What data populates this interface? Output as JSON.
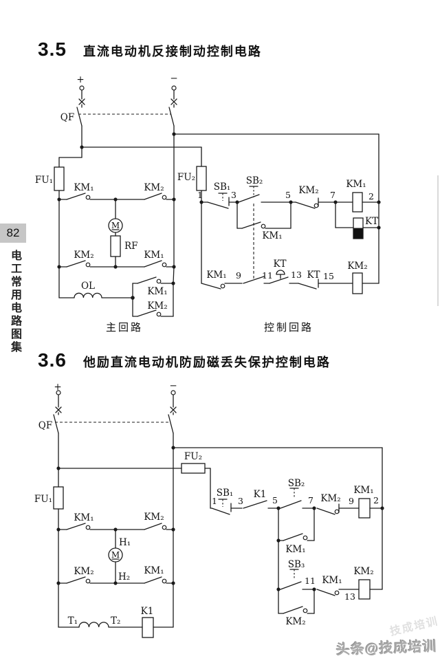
{
  "page": {
    "page_number": "82",
    "book_title": "电工常用电路图集",
    "watermark": "头条@技成培训",
    "watermark_ghost": "技成培训"
  },
  "sections": {
    "s35": {
      "number": "3.5",
      "title": "直流电动机反接制动控制电路"
    },
    "s36": {
      "number": "3.6",
      "title": "他励直流电动机防励磁丢失保护控制电路"
    }
  },
  "c35": {
    "plus": "+",
    "minus": "−",
    "qf": "QF",
    "fu1": "FU₁",
    "fu2": "FU₂",
    "km1": "KM₁",
    "km2": "KM₂",
    "m": "M",
    "rf": "RF",
    "ol": "OL",
    "kt": "KT",
    "sb1": "SB₁",
    "sb2": "SB₂",
    "n1": "1",
    "n2": "2",
    "n3": "3",
    "n5": "5",
    "n7": "7",
    "n9": "9",
    "n11": "11",
    "n13": "13",
    "n15": "15",
    "caption_main": "主回路",
    "caption_control": "控制回路"
  },
  "c36": {
    "plus": "+",
    "minus": "−",
    "qf": "QF",
    "fu1": "FU₁",
    "fu2": "FU₂",
    "km1": "KM₁",
    "km2": "KM₂",
    "m": "M",
    "h1": "H₁",
    "h2": "H₂",
    "k1": "K1",
    "t1": "T₁",
    "t2": "T₂",
    "sb1": "SB₁",
    "sb2": "SB₂",
    "sb3": "SB₃",
    "n1": "1",
    "n2": "2",
    "n3": "3",
    "n5": "5",
    "n7": "7",
    "n9": "9",
    "n11": "11",
    "n13": "13"
  }
}
